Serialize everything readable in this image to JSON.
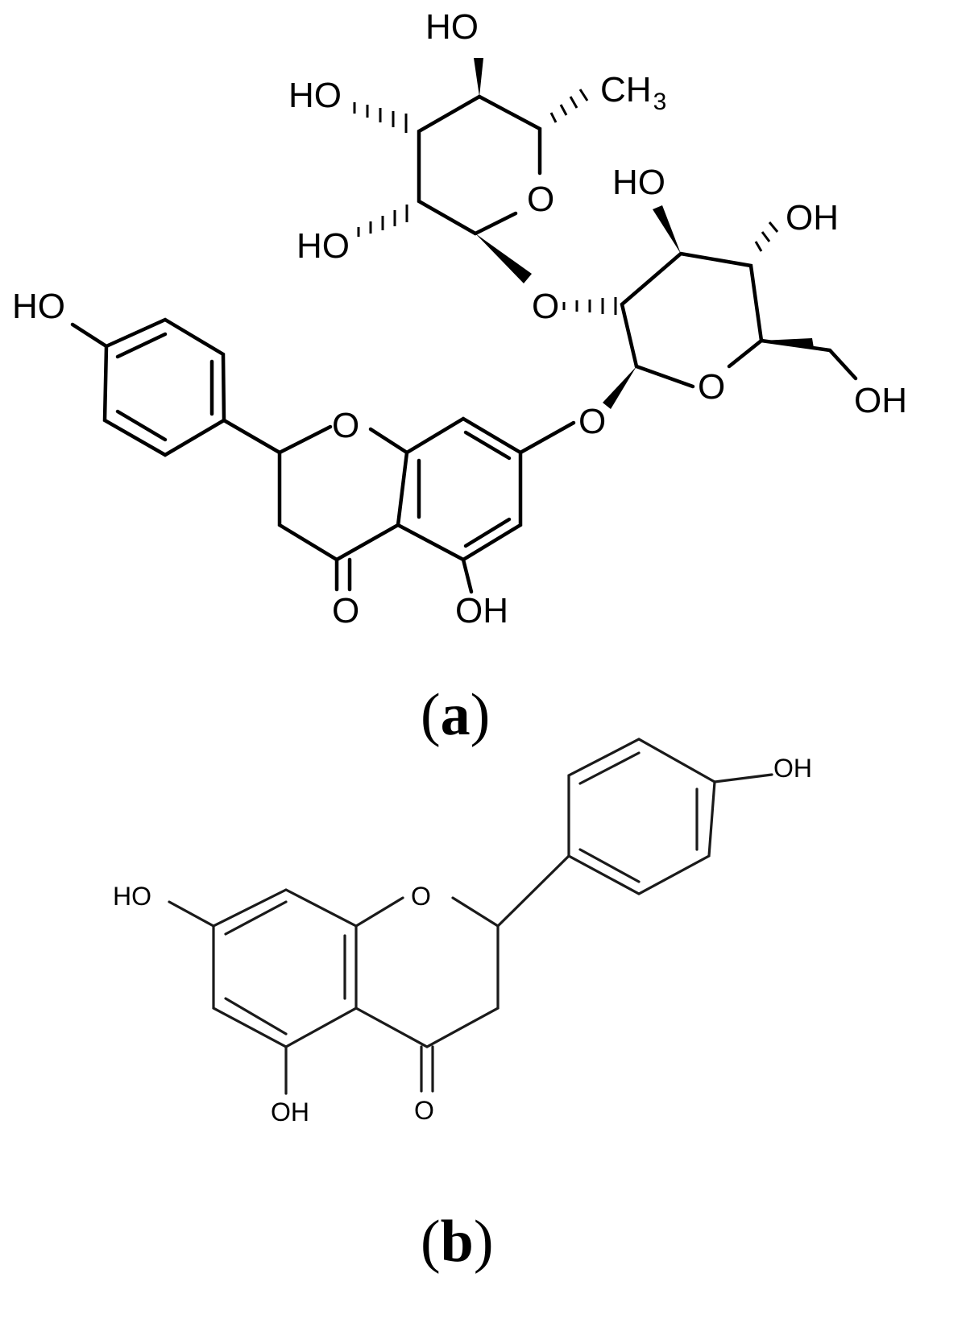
{
  "structure_a": {
    "label_paren_open": "(",
    "label_letter": "a",
    "label_paren_close": ")",
    "atoms": {
      "ho_rham_top": "HO",
      "ho_rham_left": "HO",
      "ho_rham_bottom": "HO",
      "ch3": "CH",
      "ch3_sub": "3",
      "o_rham_ring": "O",
      "ho_glc_top": "HO",
      "oh_glc_right": "OH",
      "o_glycosidic": "O",
      "o_glc_ring": "O",
      "oh_glc_ch2": "OH",
      "o_aglycone_link": "O",
      "ho_phenyl": "HO",
      "o_chromane_ring": "O",
      "o_carbonyl": "O",
      "oh_position5": "OH"
    }
  },
  "structure_b": {
    "label_paren_open": "(",
    "label_letter": "b",
    "label_paren_close": ")",
    "atoms": {
      "oh_phenyl": "OH",
      "o_chromane_ring": "O",
      "ho_position7": "HO",
      "oh_position5": "OH",
      "o_carbonyl": "O"
    }
  }
}
